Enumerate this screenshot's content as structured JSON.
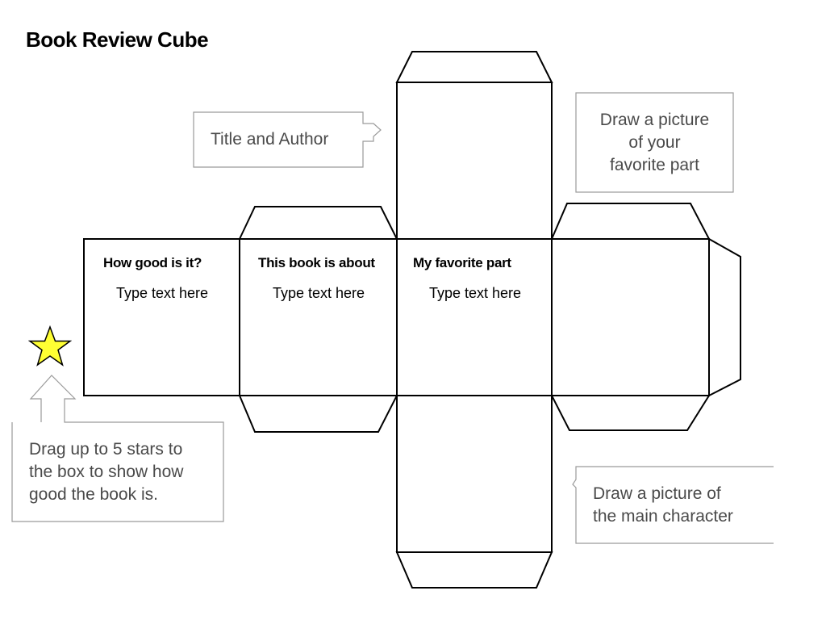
{
  "title": "Book Review Cube",
  "faces": [
    {
      "heading": "How good is it?",
      "placeholder": "Type text here"
    },
    {
      "heading": "This book is about",
      "placeholder": "Type text here"
    },
    {
      "heading": "My favorite part",
      "placeholder": "Type text here"
    }
  ],
  "callouts": {
    "title_author": "Title and Author",
    "favorite_part_line1": "Draw a picture",
    "favorite_part_line2": "of your",
    "favorite_part_line3": "favorite part",
    "stars_line1": "Drag up to 5 stars to",
    "stars_line2": "the box to show how",
    "stars_line3": "good the book is.",
    "main_character_line1": "Draw a picture of",
    "main_character_line2": "the main character"
  },
  "colors": {
    "star_fill": "#ffff33",
    "callout_text": "#4a4a4a",
    "callout_border": "#9a9a9a"
  },
  "icons": {
    "star": "star-icon"
  }
}
